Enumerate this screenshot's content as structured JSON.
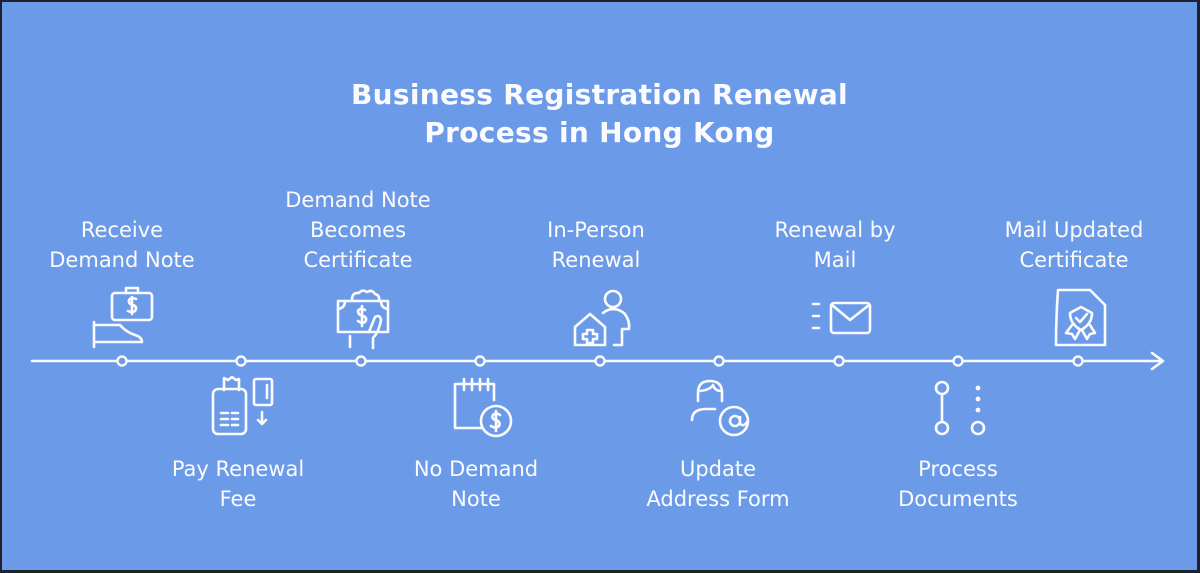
{
  "title": {
    "line1": "Business Registration Renewal",
    "line2": "Process in Hong Kong"
  },
  "colors": {
    "background": "#6b9be8",
    "foreground": "#fbfbfd",
    "frame": "#1f2329"
  },
  "timeline": {
    "direction": "left-to-right",
    "steps": [
      {
        "order": 1,
        "position": "above",
        "line1": "Receive",
        "line2": "Demand Note",
        "icon": "hand-money-bag-icon"
      },
      {
        "order": 2,
        "position": "below",
        "line1": "Pay Renewal",
        "line2": "Fee",
        "icon": "payment-terminal-card-icon"
      },
      {
        "order": 3,
        "position": "above",
        "line1": "Demand Note",
        "line2": "Becomes",
        "line3": "Certificate",
        "icon": "hand-cash-icon"
      },
      {
        "order": 4,
        "position": "below",
        "line1": "No Demand",
        "line2": "Note",
        "icon": "calendar-dollar-icon"
      },
      {
        "order": 5,
        "position": "above",
        "line1": "In-Person",
        "line2": "Renewal",
        "icon": "person-office-cross-icon"
      },
      {
        "order": 6,
        "position": "below",
        "line1": "Update",
        "line2": "Address Form",
        "icon": "user-at-sign-icon"
      },
      {
        "order": 7,
        "position": "above",
        "line1": "Renewal by",
        "line2": "Mail",
        "icon": "envelope-fast-icon"
      },
      {
        "order": 8,
        "position": "below",
        "line1": "Process",
        "line2": "Documents",
        "icon": "process-nodes-icon"
      },
      {
        "order": 9,
        "position": "above",
        "line1": "Mail Updated",
        "line2": "Certificate",
        "icon": "certificate-document-icon"
      }
    ]
  }
}
